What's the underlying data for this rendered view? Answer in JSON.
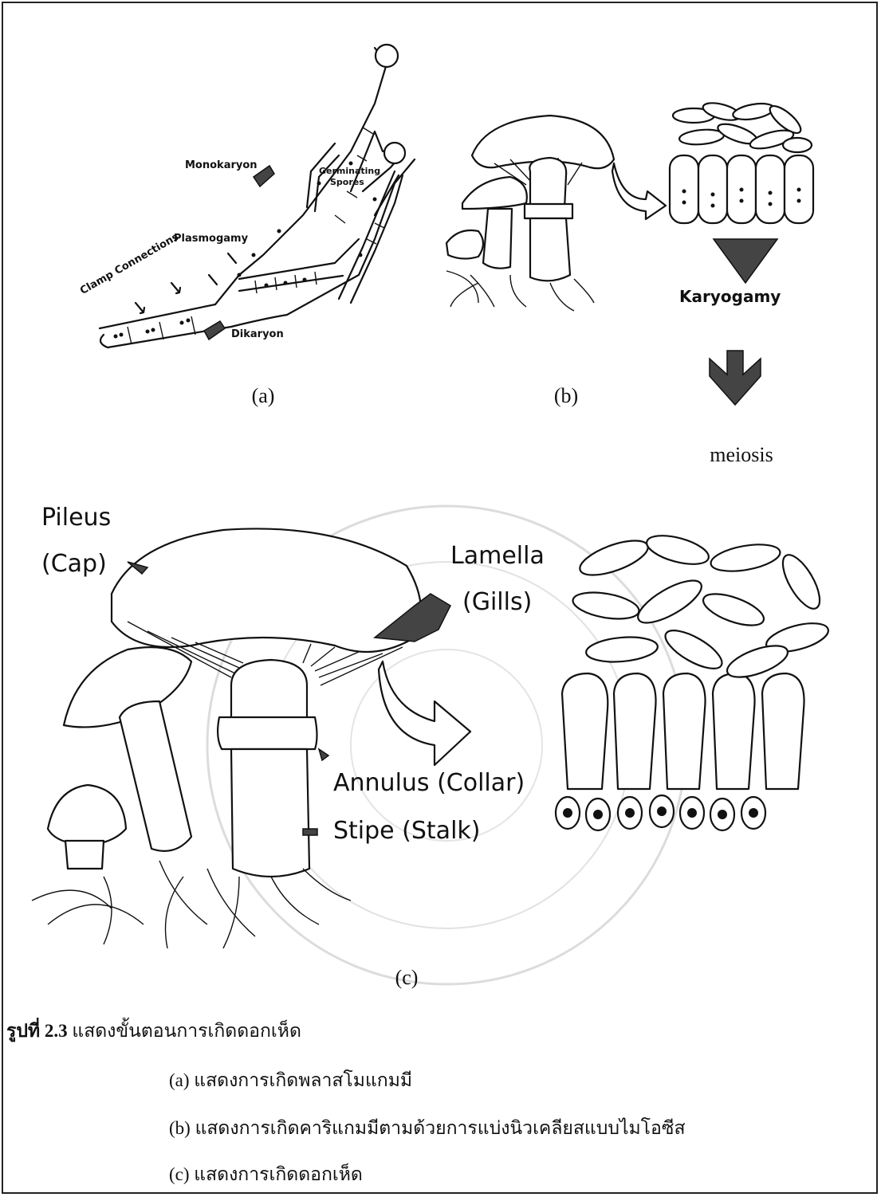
{
  "panel_a": {
    "labels": {
      "monokaryon": "Monokaryon",
      "germinating": "Germinating",
      "spores": "Spores",
      "plasmogamy": "Plasmogamy",
      "clamp": "Clamp Connections",
      "dikaryon": "Dikaryon"
    },
    "caption": "(a)"
  },
  "panel_b": {
    "karyogamy": "Karyogamy",
    "caption": "(b)",
    "meiosis": "meiosis"
  },
  "panel_c": {
    "pileus": "Pileus",
    "cap": "(Cap)",
    "lamella": "Lamella",
    "gills": "(Gills)",
    "annulus": "Annulus (Collar)",
    "stipe": "Stipe (Stalk)",
    "caption": "(c)"
  },
  "figure_caption": {
    "number": "รูปที่ 2.3",
    "title": "แสดงขั้นตอนการเกิดดอกเห็ด",
    "items": [
      "(a) แสดงการเกิดพลาสโมแกมมี",
      "(b)  แสดงการเกิดคาริแกมมีตามด้วยการแบ่งนิวเคลียสแบบไมโอซีส",
      "(c)  แสดงการเกิดดอกเห็ด"
    ]
  },
  "colors": {
    "ink": "#111111",
    "watermark": "#d8d8d8",
    "arrow": "#444444"
  }
}
